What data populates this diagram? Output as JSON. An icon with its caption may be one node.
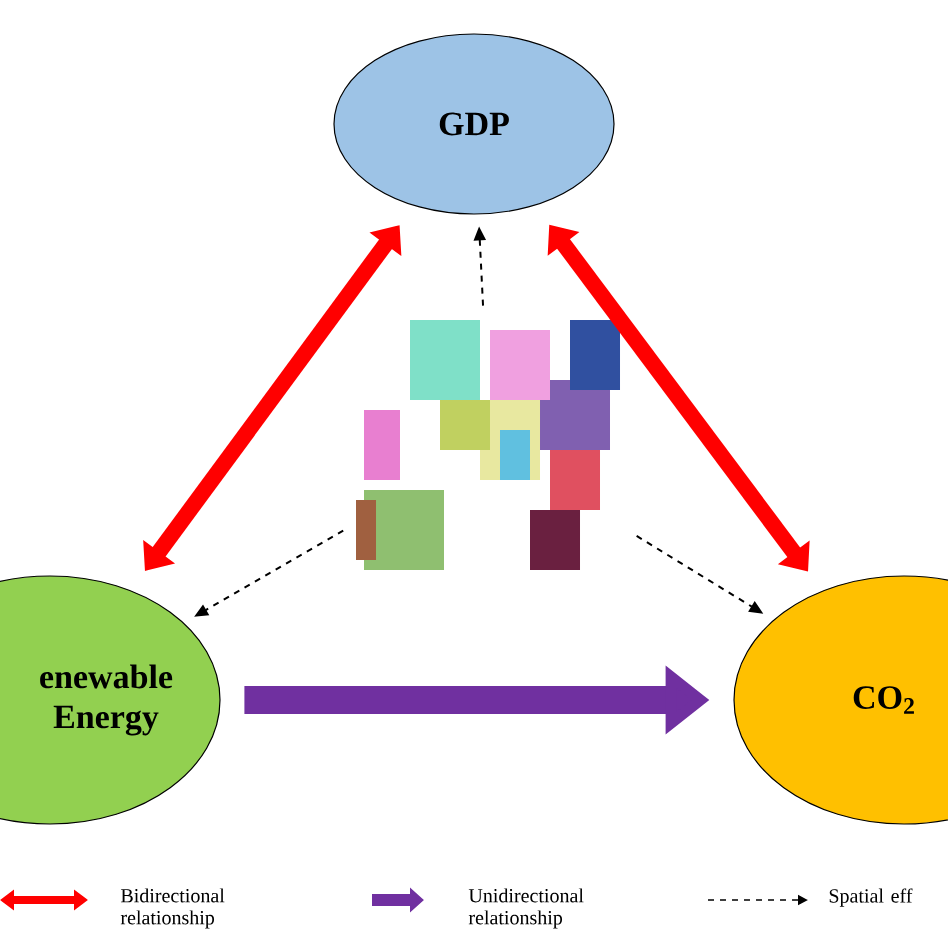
{
  "diagram": {
    "nodes": [
      {
        "text": [
          "GDP"
        ]
      },
      {
        "text": [],
        "shape": "picture"
      },
      {
        "text": [
          "enewable Energy"
        ]
      },
      {
        "text": [
          "CO$_{2}$"
        ]
      }
    ],
    "edges": [
      {
        "from": 0,
        "to": 2,
        "arrow": "both",
        "style": "thick",
        "color": "#ff0000"
      },
      {
        "from": 0,
        "to": 3,
        "arrow": "both",
        "style": "thick",
        "color": "#ff0000"
      },
      {
        "from": 2,
        "to": 3,
        "arrow": "to",
        "style": "thick",
        "color": "#7030a0"
      },
      {
        "from": 1,
        "to": 0,
        "arrow": "to",
        "style": "dashed"
      },
      {
        "from": 1,
        "to": 2,
        "arrow": "to",
        "style": "dashed"
      },
      {
        "from": 1,
        "to": 3,
        "arrow": "to",
        "style": "dashed"
      }
    ],
    "legend": [
      {
        "text": "Bidirectional relationship"
      },
      {
        "text": "Unidirectional relationship"
      },
      {
        "text": "Spatial eff"
      }
    ]
  }
}
